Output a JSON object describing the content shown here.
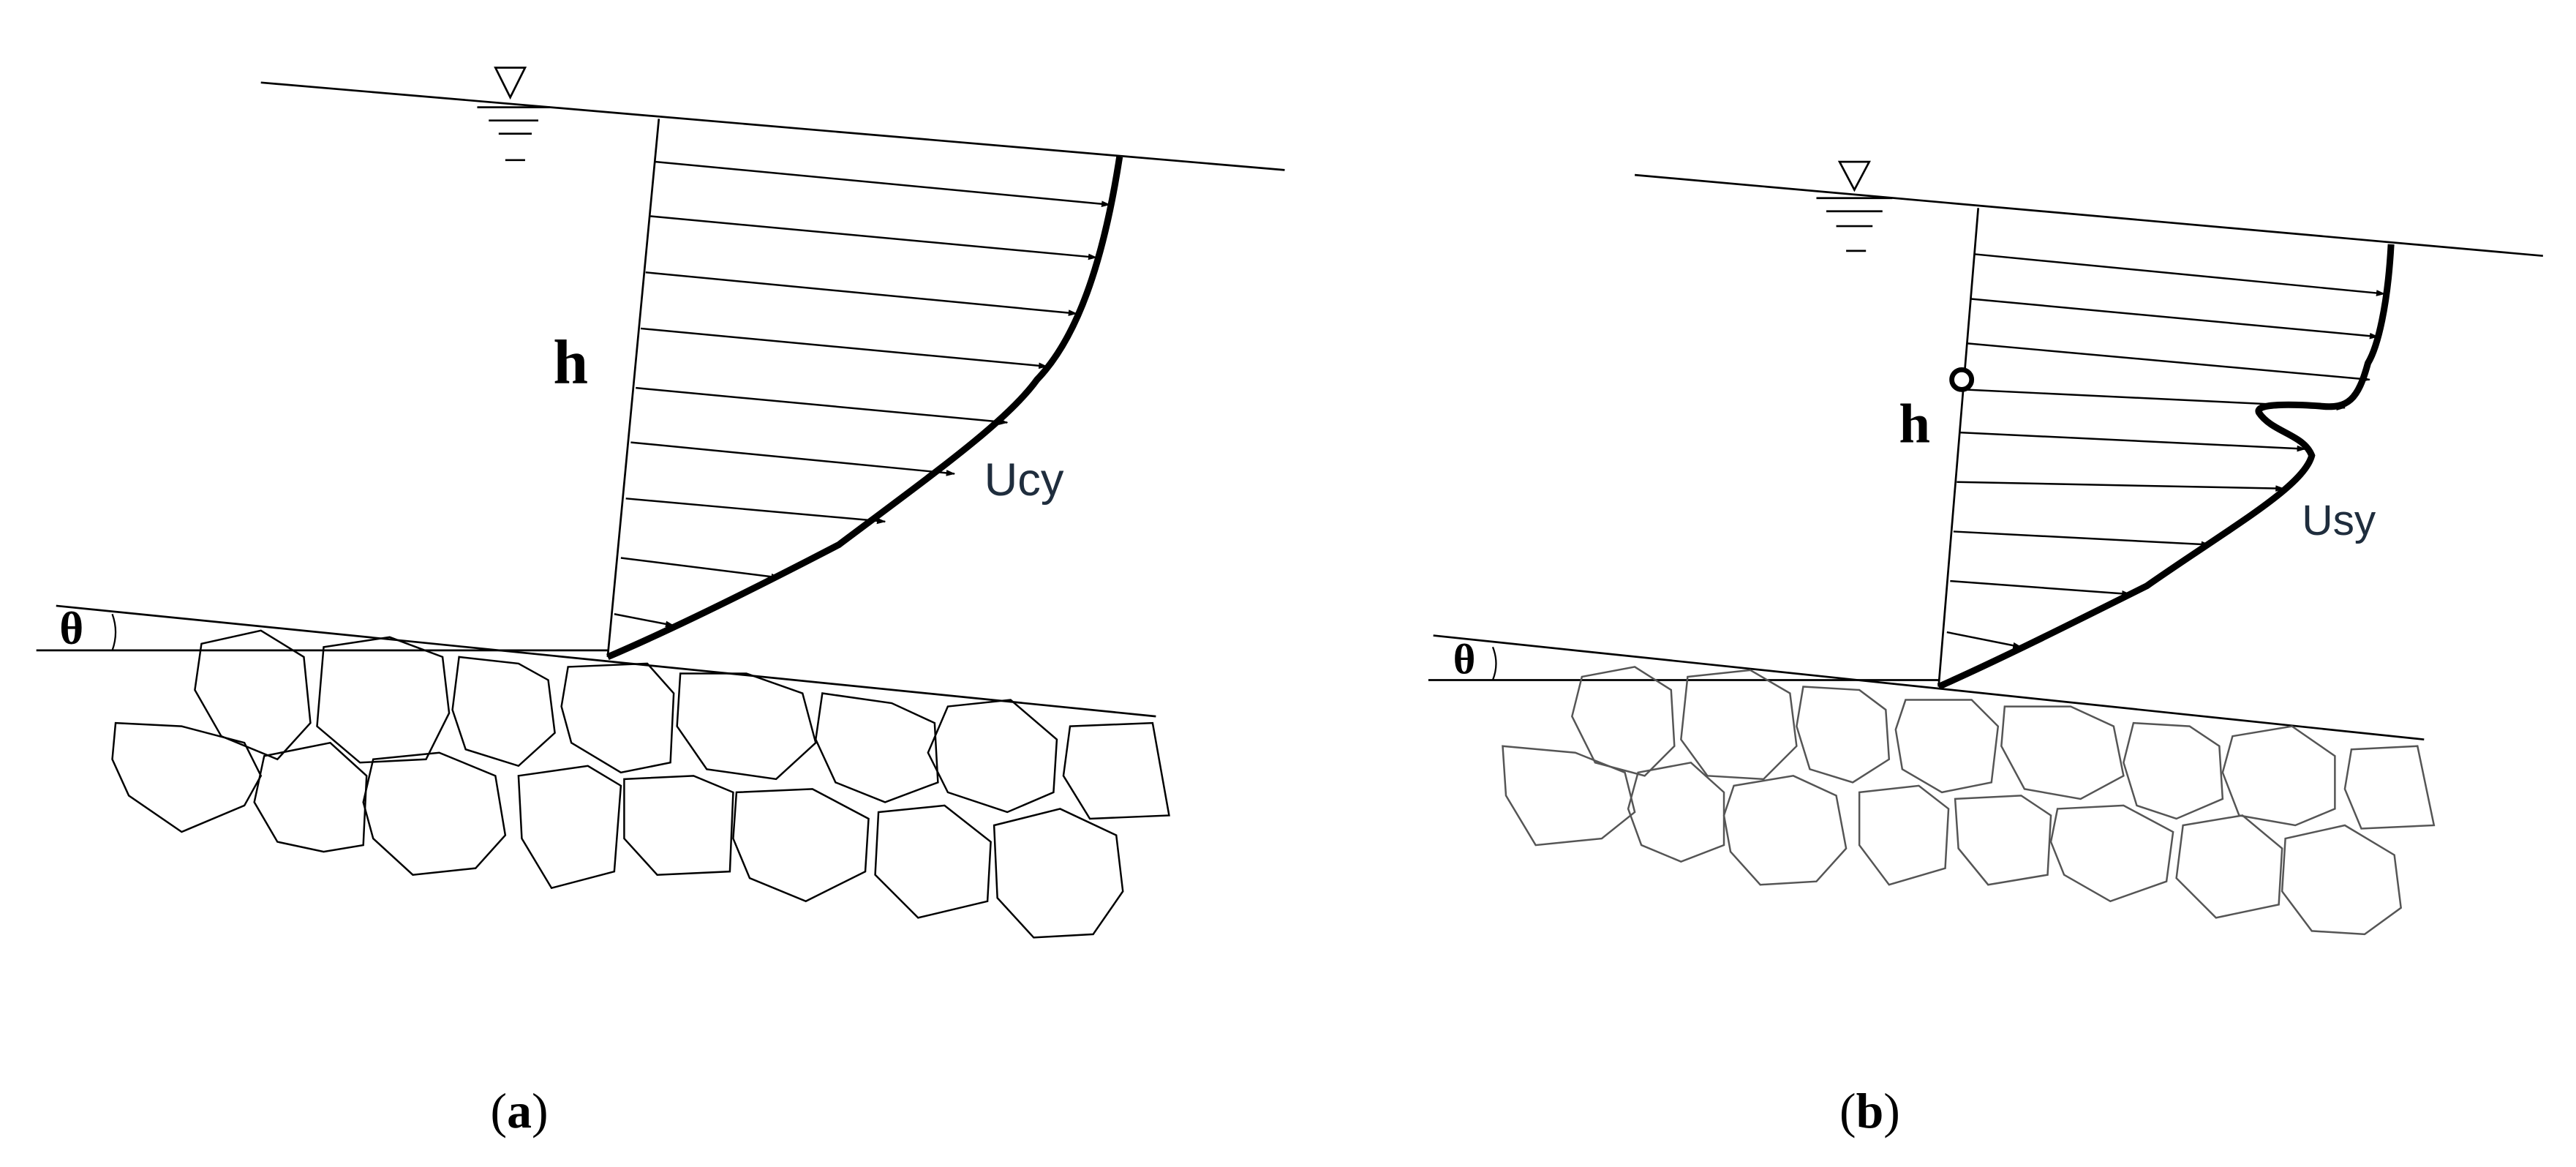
{
  "panels": [
    {
      "id": "a",
      "caption_letter": "a",
      "depth_label": "h",
      "velocity_label": "Ucy",
      "angle_label": "θ"
    },
    {
      "id": "b",
      "caption_letter": "b",
      "depth_label": "h",
      "velocity_label": "Usy",
      "angle_label": "θ"
    }
  ],
  "caption_open": "(",
  "caption_close": ")"
}
